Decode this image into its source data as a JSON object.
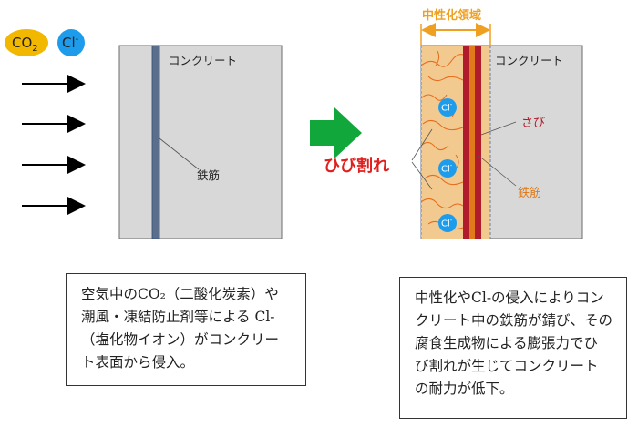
{
  "molecules": {
    "co2_label": "CO2",
    "co2_subscript": "2",
    "co2_base": "CO",
    "cl_base": "Cl",
    "cl_superscript": "-"
  },
  "left_panel": {
    "concrete_label": "コンクリート",
    "rebar_label": "鉄筋"
  },
  "right_panel": {
    "neutralization_zone_label": "中性化領域",
    "concrete_label": "コンクリート",
    "rust_label": "さび",
    "rebar_label": "鉄筋",
    "crack_label": "ひび割れ",
    "ion_label": "Cl"
  },
  "colors": {
    "co2_fill": "#f2b800",
    "cl_fill": "#1e9cec",
    "concrete_fill": "#d8d8d8",
    "zone_fill": "#f2c98f",
    "crack_color": "#e86a1a",
    "rust_color": "#b01c2b",
    "rebar_blue": "#5b6f8c",
    "zone_label_color": "#f0a020",
    "arrow_green": "#11a73b",
    "crack_label_color": "#e0201e",
    "rust_label_color": "#b01c2b",
    "rebar_label_color": "#e07a1a"
  },
  "left_textbox": {
    "text": "空気中のCO₂（二酸化炭素）や\n潮風・凍結防止剤等による Cl-\n（塩化物イオン）がコンクリー\nト表面から侵入。"
  },
  "right_textbox": {
    "text": "中性化やCl-の侵入によりコン\nクリート中の鉄筋が錆び、その\n腐食生成物による膨張力でひ\nび割れが生じてコンクリート\nの耐力が低下。"
  }
}
